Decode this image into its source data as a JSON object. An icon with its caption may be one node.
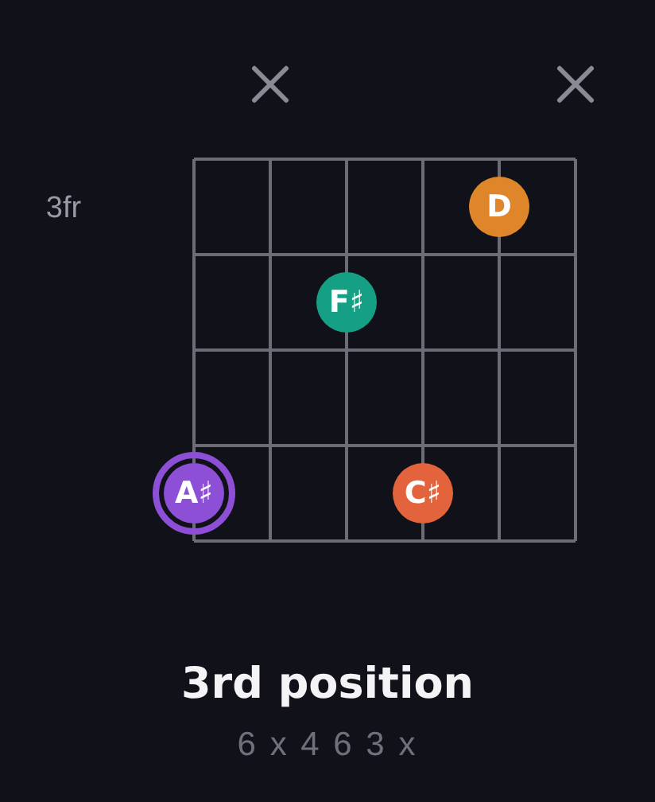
{
  "diagram": {
    "title": "3rd position",
    "nodes": [
      {
        "text": [
          "D"
        ]
      },
      {
        "text": [
          "F♯"
        ]
      },
      {
        "text": [
          "A♯"
        ]
      },
      {
        "text": [
          "C♯"
        ]
      }
    ],
    "labels": [
      "3fr",
      "6 x 4 6 3 x"
    ]
  }
}
